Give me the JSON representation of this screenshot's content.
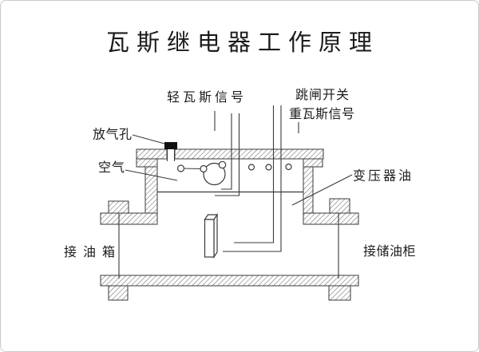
{
  "title": "瓦斯继电器工作原理",
  "labels": {
    "light_gas_signal": "轻瓦斯信号",
    "trip_switch": "跳闸开关",
    "heavy_gas_signal": "重瓦斯信号",
    "vent_hole": "放气孔",
    "air": "空气",
    "transformer_oil": "变压器油",
    "to_oil_tank": "接油箱",
    "to_oil_conservator": "接储油柜"
  },
  "colors": {
    "line": "#3a3a3a",
    "text": "#1c1c1c",
    "vent_plug": "#111111",
    "background": "#ffffff",
    "border": "#c9c9c9"
  }
}
